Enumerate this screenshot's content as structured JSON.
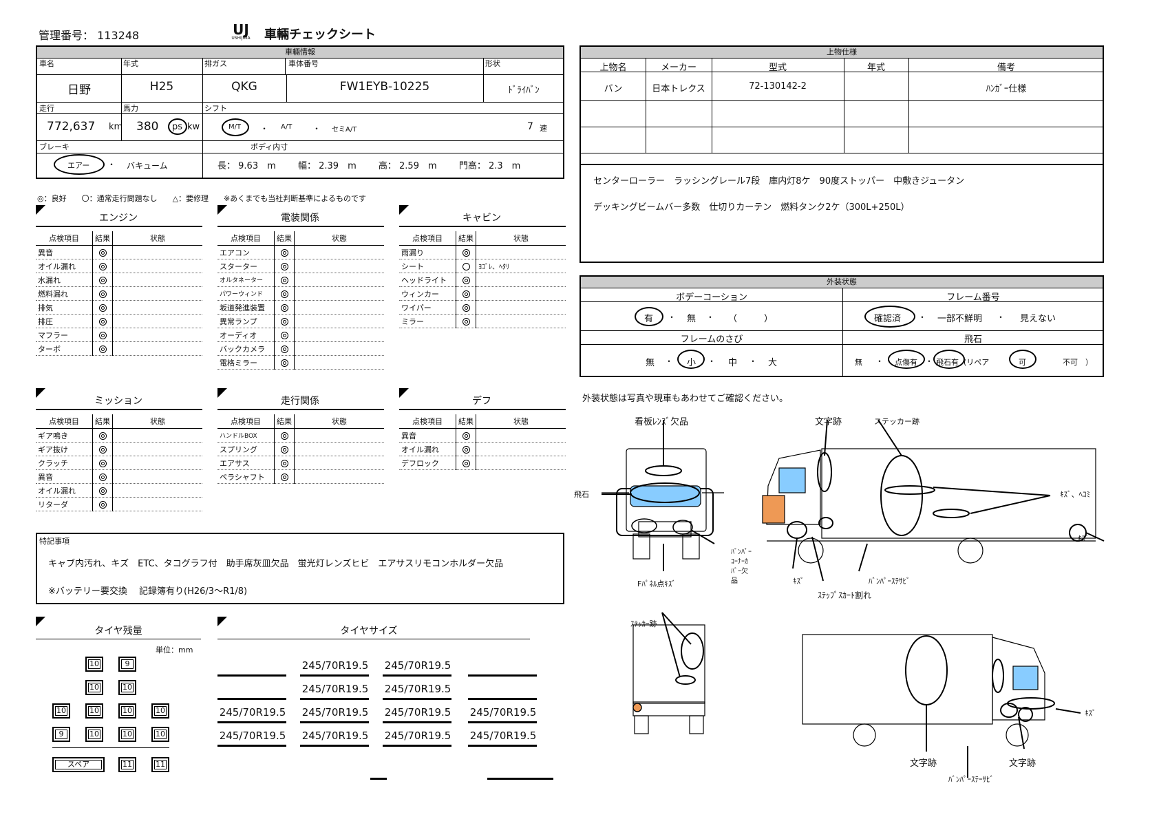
{
  "header": {
    "mgmt_label": "管理番号：",
    "mgmt_no": "113248",
    "logo_text": "USHIJIMA",
    "title": "車輛チェックシート"
  },
  "vehicle": {
    "section": "車輛情報",
    "maker_label": "車名",
    "maker": "日野",
    "year_label": "年式",
    "year": "H25",
    "emission_label": "排ガス",
    "emission": "QKG",
    "chassis_label": "車体番号",
    "chassis": "FW1EYB-10225",
    "shape_label": "形状",
    "shape": "ﾄﾞﾗｲﾊﾞﾝ",
    "mileage_label": "走行",
    "mileage": "772,637",
    "mileage_unit": "km",
    "hp_label": "馬力",
    "hp": "380",
    "hp_unit_ps": "ps",
    "hp_unit_kw": "kw",
    "shift_label": "シフト",
    "shift_mt": "M/T",
    "shift_at": "A/T",
    "shift_semi": "セミA/T",
    "gears": "7",
    "gears_unit": "速",
    "dot": "・",
    "brake_label": "ブレーキ",
    "brake_air": "エアー",
    "brake_vac": "バキューム",
    "body_label": "ボディ内寸",
    "len_label": "長：",
    "len": "9.63",
    "wid_label": "幅：",
    "wid": "2.39",
    "hei_label": "高：",
    "hei": "2.59",
    "door_label": "門高：",
    "door": "2.3",
    "m": "m"
  },
  "legend": "◎：良好　　〇：通常走行問題なし　　△：要修理　　※あくまでも当社判断基準によるものです",
  "col_item": "点検項目",
  "col_result": "結果",
  "col_state": "状態",
  "engine": {
    "title": "エンジン",
    "items": [
      "異音",
      "オイル漏れ",
      "水漏れ",
      "燃料漏れ",
      "排気",
      "排圧",
      "マフラー",
      "ターボ"
    ]
  },
  "electric": {
    "title": "電装関係",
    "items": [
      "エアコン",
      "スターター",
      "オルタネーター",
      "パワーウィンド",
      "坂道発進装置",
      "異常ランプ",
      "オーディオ",
      "バックカメラ",
      "電格ミラー"
    ]
  },
  "cabin": {
    "title": "キャビン",
    "items": [
      "雨漏り",
      "シート",
      "ヘッドライト",
      "ウィンカー",
      "ワイパー",
      "ミラー"
    ],
    "seat_note": "ﾖｺﾞﾚ、ﾍﾀﾘ"
  },
  "mission": {
    "title": "ミッション",
    "items": [
      "ギア鳴き",
      "ギア抜け",
      "クラッチ",
      "異音",
      "オイル漏れ",
      "リターダ"
    ]
  },
  "running": {
    "title": "走行関係",
    "items": [
      "ハンドルBOX",
      "スプリング",
      "エアサス",
      "ペラシャフト"
    ]
  },
  "diff": {
    "title": "デフ",
    "items": [
      "異音",
      "オイル漏れ",
      "デフロック"
    ]
  },
  "remarks": {
    "label": "特記事項",
    "line1": "キャブ内汚れ、キズ　ETC、タコグラフ付　助手席灰皿欠品　蛍光灯レンズヒビ　エアサスリモコンホルダー欠品",
    "line2": "※バッテリー要交換　 記録簿有り(H26/3～R1/8)"
  },
  "tire_remain": {
    "title": "タイヤ残量",
    "unit": "単位：mm",
    "r1": [
      "10",
      "9"
    ],
    "r2": [
      "10",
      "10"
    ],
    "r3": [
      "10",
      "10",
      "10",
      "10"
    ],
    "r4": [
      "9",
      "10",
      "10",
      "10"
    ],
    "spare_label": "スペア",
    "spare": [
      "11",
      "11"
    ]
  },
  "tire_size": {
    "title": "タイヤサイズ",
    "size": "245/70R19.5"
  },
  "upper": {
    "section": "上物仕様",
    "cols": [
      "上物名",
      "メーカー",
      "型式",
      "年式",
      "備考"
    ],
    "row": [
      "バン",
      "日本トレクス",
      "72-130142-2",
      "",
      "ﾊﾝｶﾞｰ仕様"
    ],
    "line1": "センターローラー　ラッシングレール7段　庫内灯8ケ　90度ストッパー　中敷きジュータン",
    "line2": "デッキングビームバー多数　仕切りカーテン　燃料タンク2ケ（300L+250L）"
  },
  "exterior": {
    "section": "外装状態",
    "coating": "ボデーコーション",
    "coat_yes": "有",
    "coat_no": "無",
    "coat_paren": "（　　　）",
    "frame_no": "フレーム番号",
    "fr_ok": "確認済",
    "fr_part": "一部不鮮明",
    "fr_none": "見えない",
    "rust": "フレームのさび",
    "rust_none": "無",
    "rust_s": "小",
    "rust_m": "中",
    "rust_l": "大",
    "chip": "飛石",
    "chip_none": "無",
    "chip_pt": "点傷有",
    "chip_yes": "飛石有",
    "chip_rep": "(リペア",
    "chip_ok": "可",
    "chip_ng": "不可　）",
    "note": "外装状態は写真や現車もあわせてご確認ください。"
  },
  "annotations": {
    "signboard": "看板ﾚﾝｽﾞ欠品",
    "chip": "飛石",
    "bumper": "ﾊﾞﾝﾊﾟｰｺｰﾅｰｶﾊﾞｰ欠品",
    "fpanel": "Fﾊﾟﾈﾙ点ｷｽﾞ",
    "letter1": "文字跡",
    "sticker1": "ステッカー跡",
    "dent": "ｷｽﾞ、ﾍｺﾐ",
    "scratch": "ｷｽﾞ",
    "scratch2": "ｷｽﾞ",
    "bstay": "ﾊﾞﾝﾊﾟｰｽﾃｻﾋﾞ",
    "step": "ｽﾃｯﾌﾟｽｶｰﾄ割れ",
    "sticker2": "ｽﾃｯｶｰ跡",
    "scratch3": "ｷｽﾞ",
    "letter2": "文字跡",
    "letter3": "文字跡",
    "bstay2": "ﾊﾞﾝﾊﾟｰｽﾃｰｻﾋﾞ"
  }
}
